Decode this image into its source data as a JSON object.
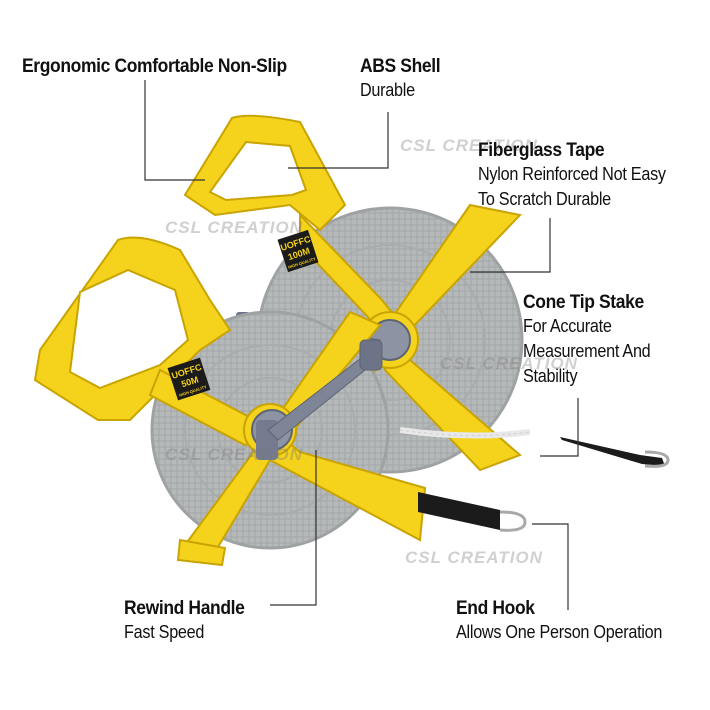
{
  "callouts": {
    "grip": {
      "title": "Ergonomic Comfortable Non-Slip"
    },
    "shell": {
      "title": "ABS Shell",
      "desc": "Durable"
    },
    "tape": {
      "title": "Fiberglass Tape",
      "desc1": "Nylon Reinforced Not Easy",
      "desc2": "To Scratch Durable"
    },
    "stake": {
      "title": "Cone Tip Stake",
      "desc1": "For Accurate",
      "desc2": "Measurement And",
      "desc3": "Stability"
    },
    "rewind": {
      "title": "Rewind Handle",
      "desc": "Fast Speed"
    },
    "hook": {
      "title": "End Hook",
      "desc": "Allows One Person Operation"
    }
  },
  "product": {
    "brand_back": "UOFFC",
    "length_back": "100M",
    "sub_back": "HIGH QUALITY",
    "brand_front": "UOFFC",
    "length_front": "50M",
    "sub_front": "HIGH QUALITY"
  },
  "watermark": "CSL CREATION",
  "colors": {
    "frame_yellow": "#f5d21c",
    "tape_gray": "#b9bcbd",
    "crank_gray": "#7d8597",
    "text": "#111111"
  }
}
